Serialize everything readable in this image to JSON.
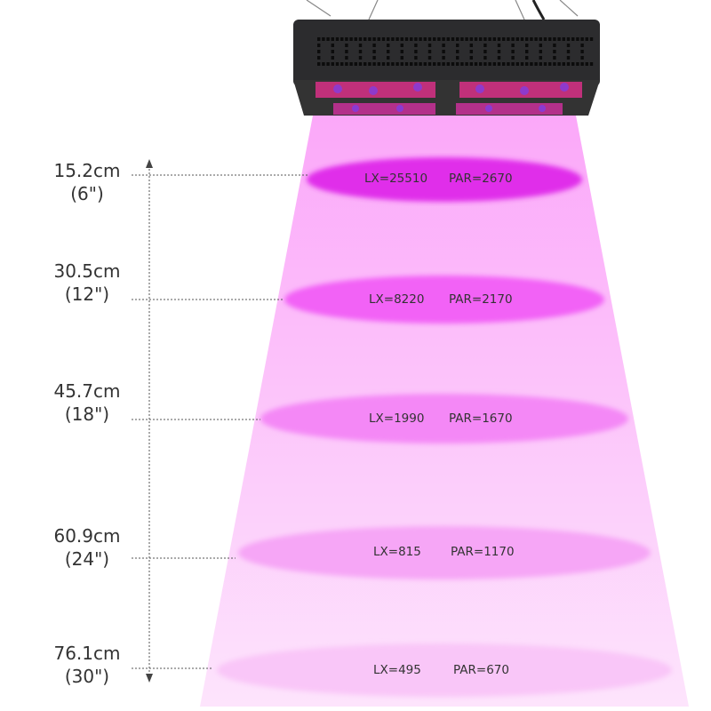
{
  "title_icon": "led-grow-light",
  "colors": {
    "beam_top": "#fbaaf9",
    "beam_bottom": "#fde4fc",
    "panel": "#2c2c2e",
    "accent": "#e030ec"
  },
  "levels": [
    {
      "cm": "15.2cm",
      "inch": "(6\")",
      "lx": "LX=25510",
      "par": "PAR=2670",
      "color": "#e02eea"
    },
    {
      "cm": "30.5cm",
      "inch": "(12\")",
      "lx": "LX=8220",
      "par": "PAR=2170",
      "color": "#f262f6"
    },
    {
      "cm": "45.7cm",
      "inch": "(18\")",
      "lx": "LX=1990",
      "par": "PAR=1670",
      "color": "#f488f6"
    },
    {
      "cm": "60.9cm",
      "inch": "(24\")",
      "lx": "LX=815",
      "par": "PAR=1170",
      "color": "#f6a6f6"
    },
    {
      "cm": "76.1cm",
      "inch": "(30\")",
      "lx": "LX=495",
      "par": "PAR=670",
      "color": "#f9c6f8"
    }
  ]
}
